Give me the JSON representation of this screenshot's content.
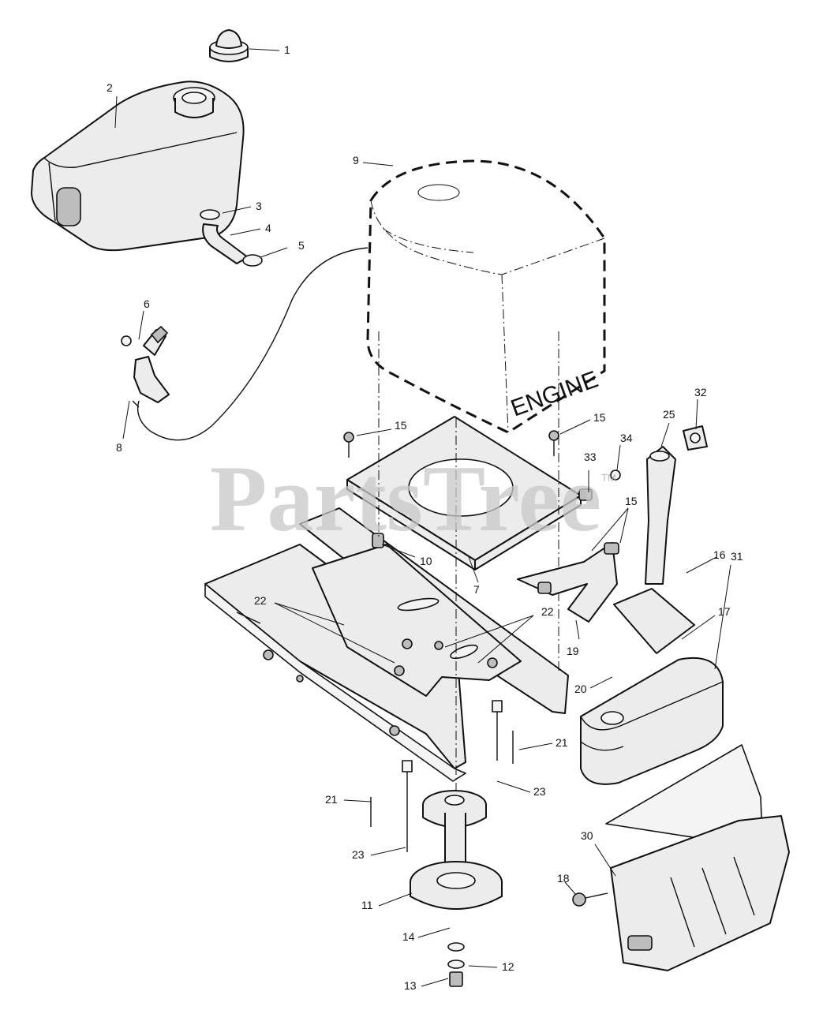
{
  "watermark": {
    "text": "PartsTree",
    "trademark": "TM"
  },
  "engine_text": "ENGINE",
  "callouts": [
    {
      "id": "c1",
      "number": "1"
    },
    {
      "id": "c2",
      "number": "2"
    },
    {
      "id": "c3",
      "number": "3"
    },
    {
      "id": "c4",
      "number": "4"
    },
    {
      "id": "c5",
      "number": "5"
    },
    {
      "id": "c6",
      "number": "6"
    },
    {
      "id": "c7",
      "number": "7"
    },
    {
      "id": "c8",
      "number": "8"
    },
    {
      "id": "c9",
      "number": "9"
    },
    {
      "id": "c10",
      "number": "10"
    },
    {
      "id": "c11",
      "number": "11"
    },
    {
      "id": "c12",
      "number": "12"
    },
    {
      "id": "c13",
      "number": "13"
    },
    {
      "id": "c14",
      "number": "14"
    },
    {
      "id": "c15a",
      "number": "15"
    },
    {
      "id": "c15b",
      "number": "15"
    },
    {
      "id": "c15c",
      "number": "15"
    },
    {
      "id": "c16",
      "number": "16"
    },
    {
      "id": "c17",
      "number": "17"
    },
    {
      "id": "c18",
      "number": "18"
    },
    {
      "id": "c19",
      "number": "19"
    },
    {
      "id": "c20",
      "number": "20"
    },
    {
      "id": "c21a",
      "number": "21"
    },
    {
      "id": "c21b",
      "number": "21"
    },
    {
      "id": "c22a",
      "number": "22"
    },
    {
      "id": "c22b",
      "number": "22"
    },
    {
      "id": "c23a",
      "number": "23"
    },
    {
      "id": "c23b",
      "number": "23"
    },
    {
      "id": "c25",
      "number": "25"
    },
    {
      "id": "c30",
      "number": "30"
    },
    {
      "id": "c31",
      "number": "31"
    },
    {
      "id": "c32",
      "number": "32"
    },
    {
      "id": "c33",
      "number": "33"
    },
    {
      "id": "c34",
      "number": "34"
    }
  ]
}
